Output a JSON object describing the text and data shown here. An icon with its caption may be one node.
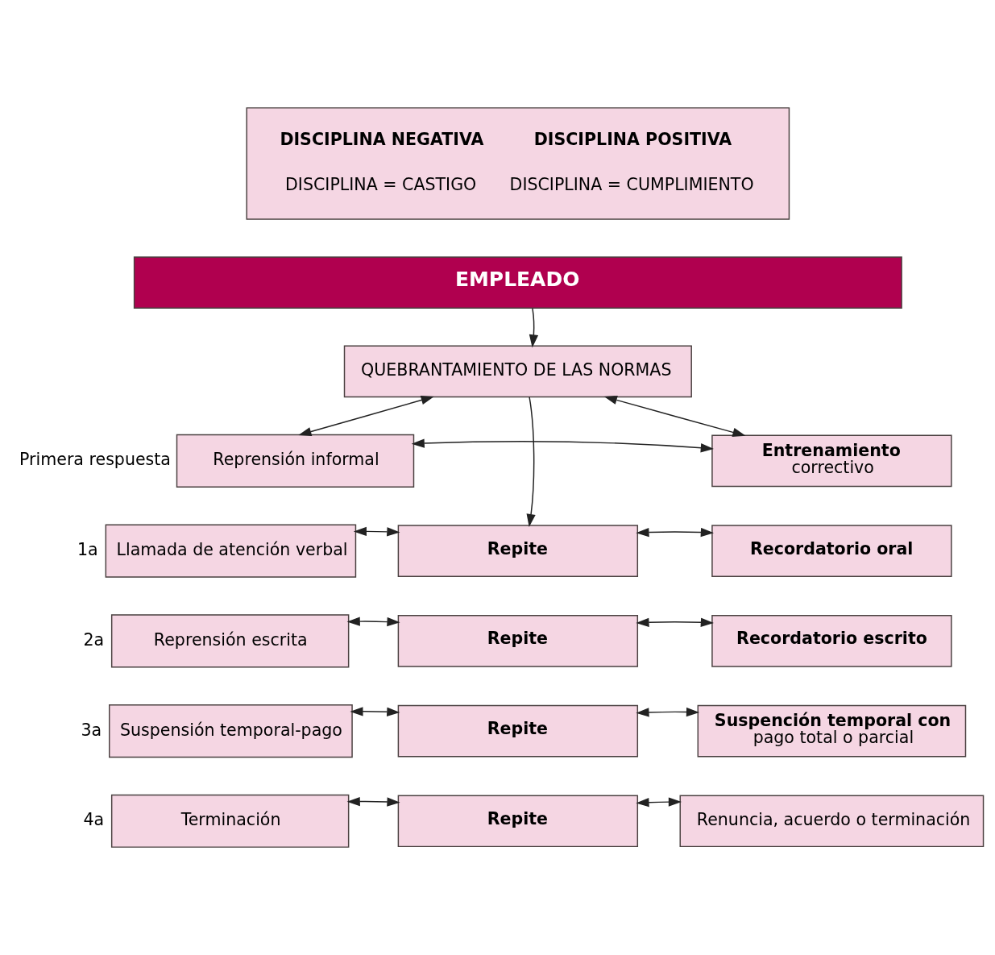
{
  "diagram": {
    "nodes": [
      {
        "text": [
          "DISCIPLINA NEGATIVA",
          "DISCIPLINA POSITIVA",
          "DISCIPLINA = CASTIGO",
          "DISCIPLINA = CUMPLIMIENTO"
        ]
      },
      {
        "text": [
          "EMPLEADO"
        ]
      },
      {
        "text": [
          "QUEBRANTAMIENTO DE LAS NORMAS"
        ]
      },
      {
        "text": [
          "Reprensión informal"
        ],
        "beside": [
          "Primera respuesta"
        ]
      },
      {
        "text": [
          "Entrenamiento",
          "correctivo"
        ]
      },
      {
        "text": [
          "Llamada de atención verbal"
        ],
        "beside": [
          "1a"
        ]
      },
      {
        "text": [
          "Repite"
        ]
      },
      {
        "text": [
          "Recordatorio oral"
        ]
      },
      {
        "text": [
          "Reprensión escrita"
        ],
        "beside": [
          "2a"
        ]
      },
      {
        "text": [
          "Repite"
        ]
      },
      {
        "text": [
          "Recordatorio escrito"
        ]
      },
      {
        "text": [
          "Suspensión temporal-pago"
        ],
        "beside": [
          "3a"
        ]
      },
      {
        "text": [
          "Repite"
        ]
      },
      {
        "text": [
          "Suspención temporal con",
          "pago total o parcial"
        ]
      },
      {
        "text": [
          "Terminación"
        ],
        "beside": [
          "4a"
        ]
      },
      {
        "text": [
          "Repite"
        ]
      },
      {
        "text": [
          "Renuncia, acuerdo o terminación"
        ]
      }
    ],
    "edges": [
      {
        "from": 1,
        "to": 2,
        "arrow": "to"
      },
      {
        "from": 2,
        "to": 3,
        "arrow": "both"
      },
      {
        "from": 2,
        "to": 4,
        "arrow": "both"
      },
      {
        "from": 3,
        "to": 4,
        "arrow": "both"
      },
      {
        "from": 2,
        "to": 6,
        "arrow": "to"
      },
      {
        "from": 6,
        "to": 5,
        "arrow": "both"
      },
      {
        "from": 6,
        "to": 7,
        "arrow": "both"
      },
      {
        "from": 9,
        "to": 8,
        "arrow": "both"
      },
      {
        "from": 9,
        "to": 10,
        "arrow": "both"
      },
      {
        "from": 12,
        "to": 11,
        "arrow": "both"
      },
      {
        "from": 12,
        "to": 13,
        "arrow": "both"
      },
      {
        "from": 15,
        "to": 14,
        "arrow": "both"
      },
      {
        "from": 15,
        "to": 16,
        "arrow": "both"
      }
    ]
  }
}
